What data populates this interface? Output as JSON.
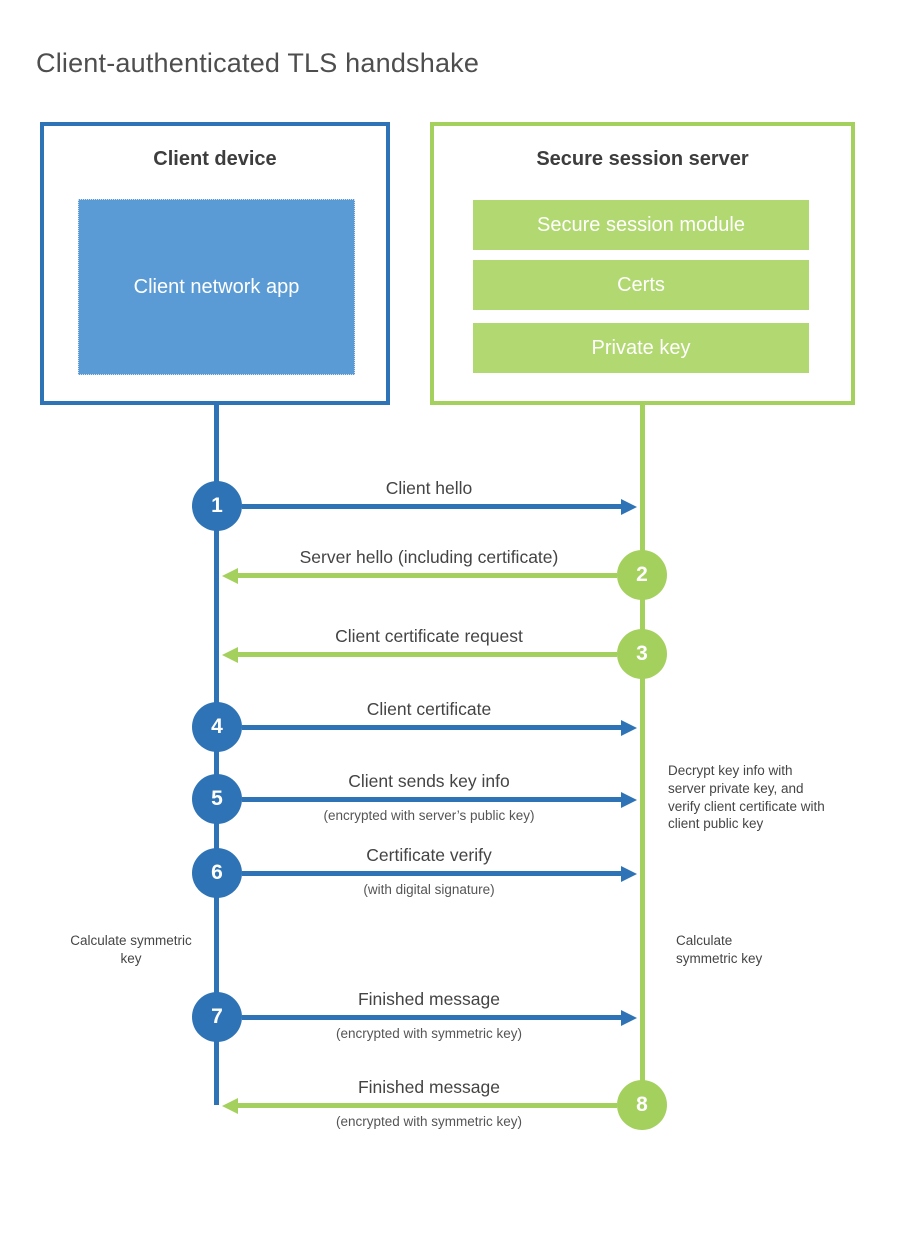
{
  "title": "Client-authenticated TLS handshake",
  "colors": {
    "client_accent": "#2e73b5",
    "client_fill": "#5b9bd5",
    "server_accent": "#a4d05e",
    "server_fill": "#b2d871",
    "text_dark": "#3d3d3d",
    "text_gray": "#4e4e4e"
  },
  "client_box": {
    "title": "Client device",
    "app": "Client network app"
  },
  "server_box": {
    "title": "Secure session server",
    "modules": [
      "Secure session module",
      "Certs",
      "Private key"
    ]
  },
  "messages": [
    {
      "num": "1",
      "from": "client",
      "label": "Client hello",
      "sub": ""
    },
    {
      "num": "2",
      "from": "server",
      "label": "Server hello (including certificate)",
      "sub": ""
    },
    {
      "num": "3",
      "from": "server",
      "label": "Client certificate request",
      "sub": ""
    },
    {
      "num": "4",
      "from": "client",
      "label": "Client certificate",
      "sub": ""
    },
    {
      "num": "5",
      "from": "client",
      "label": "Client sends key info",
      "sub": "(encrypted with server’s public key)"
    },
    {
      "num": "6",
      "from": "client",
      "label": "Certificate verify",
      "sub": "(with digital signature)"
    },
    {
      "num": "7",
      "from": "client",
      "label": "Finished message",
      "sub": "(encrypted with symmetric key)"
    },
    {
      "num": "8",
      "from": "server",
      "label": "Finished message",
      "sub": "(encrypted with symmetric key)"
    }
  ],
  "annotations": {
    "decrypt_note": "Decrypt key info with server private key, and verify client certificate with client public key",
    "client_calculate": "Calculate symmetric key",
    "server_calculate": "Calculate symmetric key"
  }
}
